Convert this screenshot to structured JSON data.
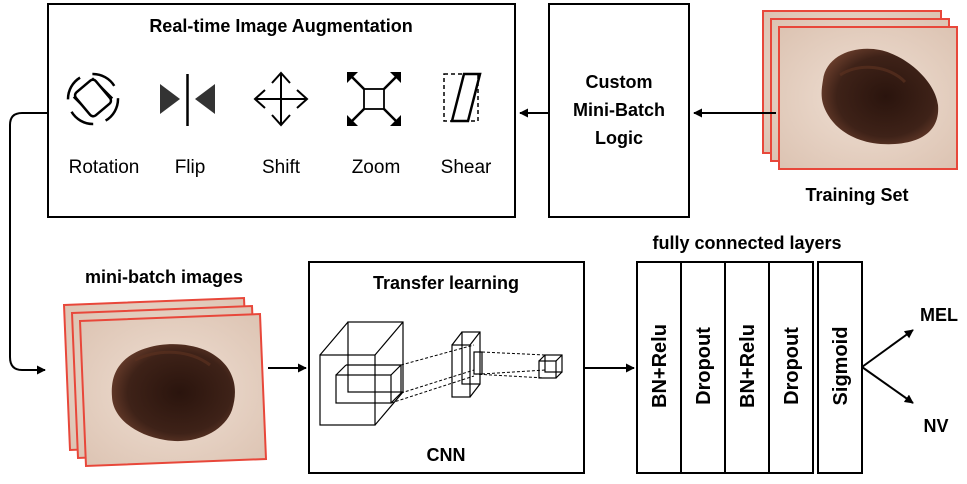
{
  "augmentation": {
    "title": "Real-time Image Augmentation",
    "items": [
      {
        "label": "Rotation",
        "icon": "rotation-icon"
      },
      {
        "label": "Flip",
        "icon": "flip-icon"
      },
      {
        "label": "Shift",
        "icon": "shift-icon"
      },
      {
        "label": "Zoom",
        "icon": "zoom-icon"
      },
      {
        "label": "Shear",
        "icon": "shear-icon"
      }
    ]
  },
  "minibatch_logic": {
    "lines": [
      "Custom",
      "Mini-Batch",
      "Logic"
    ]
  },
  "training_set": {
    "label": "Training Set"
  },
  "minibatch_images": {
    "label": "mini-batch images"
  },
  "transfer": {
    "title": "Transfer learning",
    "caption": "CNN"
  },
  "fully_connected": {
    "title": "fully connected layers",
    "layers": [
      "BN+Relu",
      "Dropout",
      "BN+Relu",
      "Dropout"
    ]
  },
  "sigmoid": {
    "label": "Sigmoid"
  },
  "outputs": [
    "MEL",
    "NV"
  ],
  "colors": {
    "stack_border": "#e8473a",
    "lesion": "#3a2016",
    "skin": "#e9d6c8",
    "line": "#000000"
  }
}
